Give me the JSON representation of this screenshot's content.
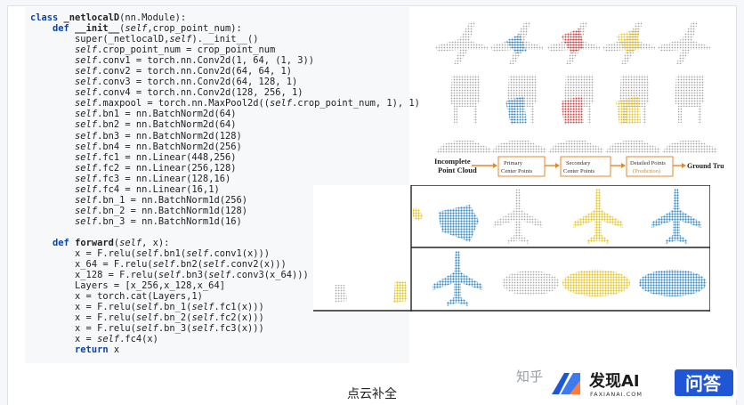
{
  "code_lines": [
    [
      [
        "kw",
        "class "
      ],
      [
        "fn",
        "_netlocalD"
      ],
      [
        "",
        "(nn.Module):"
      ]
    ],
    [
      [
        "",
        "    "
      ],
      [
        "kw",
        "def "
      ],
      [
        "fn",
        "__init__"
      ],
      [
        "",
        "("
      ],
      [
        "slf",
        "self"
      ],
      [
        "",
        ",crop_point_num):"
      ]
    ],
    [
      [
        "",
        "        super(_netlocalD,"
      ],
      [
        "slf",
        "self"
      ],
      [
        "",
        ").__init__()"
      ]
    ],
    [
      [
        "",
        "        "
      ],
      [
        "slf",
        "self"
      ],
      [
        "",
        ".crop_point_num = crop_point_num"
      ]
    ],
    [
      [
        "",
        "        "
      ],
      [
        "slf",
        "self"
      ],
      [
        "",
        ".conv1 = torch.nn.Conv2d(1, 64, (1, 3))"
      ]
    ],
    [
      [
        "",
        "        "
      ],
      [
        "slf",
        "self"
      ],
      [
        "",
        ".conv2 = torch.nn.Conv2d(64, 64, 1)"
      ]
    ],
    [
      [
        "",
        "        "
      ],
      [
        "slf",
        "self"
      ],
      [
        "",
        ".conv3 = torch.nn.Conv2d(64, 128, 1)"
      ]
    ],
    [
      [
        "",
        "        "
      ],
      [
        "slf",
        "self"
      ],
      [
        "",
        ".conv4 = torch.nn.Conv2d(128, 256, 1)"
      ]
    ],
    [
      [
        "",
        "        "
      ],
      [
        "slf",
        "self"
      ],
      [
        "",
        ".maxpool = torch.nn.MaxPool2d(("
      ],
      [
        "slf",
        "self"
      ],
      [
        "",
        ".crop_point_num, 1), 1)"
      ]
    ],
    [
      [
        "",
        "        "
      ],
      [
        "slf",
        "self"
      ],
      [
        "",
        ".bn1 = nn.BatchNorm2d(64)"
      ]
    ],
    [
      [
        "",
        "        "
      ],
      [
        "slf",
        "self"
      ],
      [
        "",
        ".bn2 = nn.BatchNorm2d(64)"
      ]
    ],
    [
      [
        "",
        "        "
      ],
      [
        "slf",
        "self"
      ],
      [
        "",
        ".bn3 = nn.BatchNorm2d(128)"
      ]
    ],
    [
      [
        "",
        "        "
      ],
      [
        "slf",
        "self"
      ],
      [
        "",
        ".bn4 = nn.BatchNorm2d(256)"
      ]
    ],
    [
      [
        "",
        "        "
      ],
      [
        "slf",
        "self"
      ],
      [
        "",
        ".fc1 = nn.Linear(448,256)"
      ]
    ],
    [
      [
        "",
        "        "
      ],
      [
        "slf",
        "self"
      ],
      [
        "",
        ".fc2 = nn.Linear(256,128)"
      ]
    ],
    [
      [
        "",
        "        "
      ],
      [
        "slf",
        "self"
      ],
      [
        "",
        ".fc3 = nn.Linear(128,16)"
      ]
    ],
    [
      [
        "",
        "        "
      ],
      [
        "slf",
        "self"
      ],
      [
        "",
        ".fc4 = nn.Linear(16,1)"
      ]
    ],
    [
      [
        "",
        "        "
      ],
      [
        "slf",
        "self"
      ],
      [
        "",
        ".bn_1 = nn.BatchNorm1d(256)"
      ]
    ],
    [
      [
        "",
        "        "
      ],
      [
        "slf",
        "self"
      ],
      [
        "",
        ".bn_2 = nn.BatchNorm1d(128)"
      ]
    ],
    [
      [
        "",
        "        "
      ],
      [
        "slf",
        "self"
      ],
      [
        "",
        ".bn_3 = nn.BatchNorm1d(16)"
      ]
    ],
    [
      [
        "",
        ""
      ]
    ],
    [
      [
        "",
        "    "
      ],
      [
        "kw",
        "def "
      ],
      [
        "fn",
        "forward"
      ],
      [
        "",
        "("
      ],
      [
        "slf",
        "self"
      ],
      [
        "",
        ", x):"
      ]
    ],
    [
      [
        "",
        "        x = F.relu("
      ],
      [
        "slf",
        "self"
      ],
      [
        "",
        ".bn1("
      ],
      [
        "slf",
        "self"
      ],
      [
        "",
        ".conv1(x)))"
      ]
    ],
    [
      [
        "",
        "        x_64 = F.relu("
      ],
      [
        "slf",
        "self"
      ],
      [
        "",
        ".bn2("
      ],
      [
        "slf",
        "self"
      ],
      [
        "",
        ".conv2(x)))"
      ]
    ],
    [
      [
        "",
        "        x_128 = F.relu("
      ],
      [
        "slf",
        "self"
      ],
      [
        "",
        ".bn3("
      ],
      [
        "slf",
        "self"
      ],
      [
        "",
        ".conv3(x_64)))"
      ]
    ],
    [
      [
        "",
        "        Layers = [x_256,x_128,x_64]"
      ]
    ],
    [
      [
        "",
        "        x = torch.cat(Layers,1)"
      ]
    ],
    [
      [
        "",
        "        x = F.relu("
      ],
      [
        "slf",
        "self"
      ],
      [
        "",
        ".bn_1("
      ],
      [
        "slf",
        "self"
      ],
      [
        "",
        ".fc1(x)))"
      ]
    ],
    [
      [
        "",
        "        x = F.relu("
      ],
      [
        "slf",
        "self"
      ],
      [
        "",
        ".bn_2("
      ],
      [
        "slf",
        "self"
      ],
      [
        "",
        ".fc2(x)))"
      ]
    ],
    [
      [
        "",
        "        x = F.relu("
      ],
      [
        "slf",
        "self"
      ],
      [
        "",
        ".bn_3("
      ],
      [
        "slf",
        "self"
      ],
      [
        "",
        ".fc3(x)))"
      ]
    ],
    [
      [
        "",
        "        x = "
      ],
      [
        "slf",
        "self"
      ],
      [
        "",
        ".fc4(x)"
      ]
    ],
    [
      [
        "",
        "        "
      ],
      [
        "kw",
        "return "
      ],
      [
        "",
        "x"
      ]
    ]
  ],
  "pipeline": {
    "incomplete": "Incomplete Point Cloud",
    "primary": "Primary Center Points",
    "secondary": "Secondary Center Points",
    "detailed": "Detailed Points",
    "prediction": "(Prediction)",
    "ground_truth": "Ground Truth"
  },
  "colors": {
    "blue": "#2f86c4",
    "red": "#d53a3a",
    "yellow": "#e3c21c",
    "gray": "#a9a9a9",
    "brand_blue": "#1f56d6"
  },
  "watermark": "知乎",
  "logo": {
    "title": "发现AI",
    "domain": "FAXIANAI.COM",
    "badge": "问答"
  },
  "caption": "点云补全"
}
